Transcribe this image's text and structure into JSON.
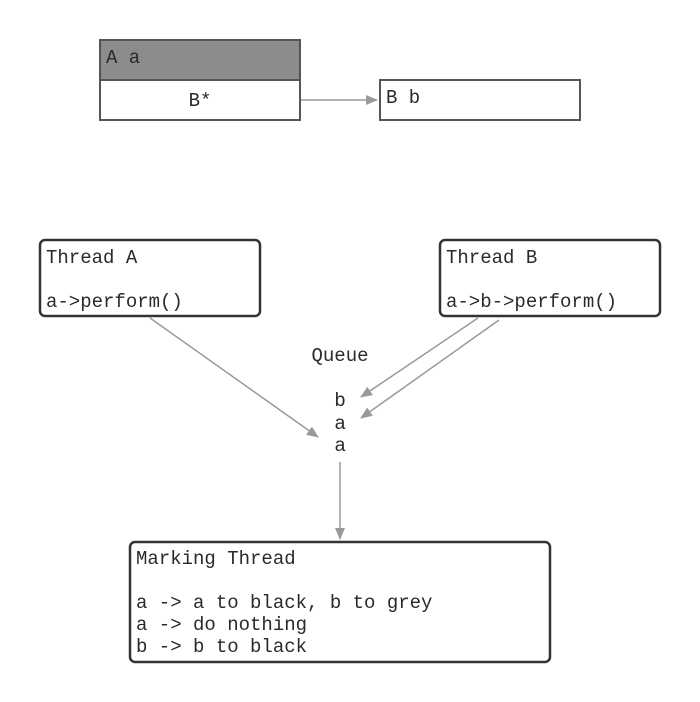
{
  "struct_a": {
    "header": "A a",
    "field": "B*"
  },
  "struct_b": {
    "header": "B b"
  },
  "thread_a": {
    "title": "Thread A",
    "call": "a->perform()"
  },
  "thread_b": {
    "title": "Thread B",
    "call": "a->b->perform()"
  },
  "queue": {
    "label": "Queue",
    "items": [
      "b",
      "a",
      "a"
    ]
  },
  "marking_thread": {
    "title": "Marking Thread",
    "lines": [
      "a -> a to black, b to grey",
      "a -> do nothing",
      "b -> b to black"
    ]
  },
  "colors": {
    "header_fill": "#8c8c8c",
    "box_stroke": "#333333",
    "arrow": "#999999",
    "text": "#2a2a2a"
  }
}
